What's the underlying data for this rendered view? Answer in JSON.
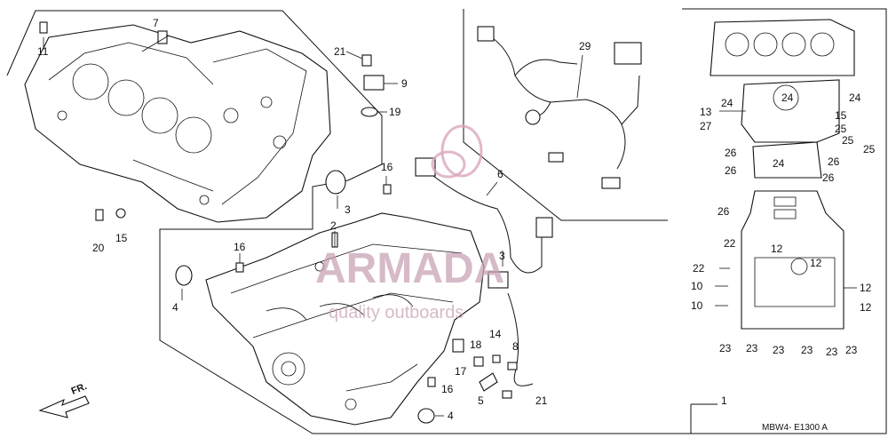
{
  "diagram": {
    "code": "MBW4- E1300 A",
    "direction": "FR.",
    "callouts": [
      "1",
      "2",
      "3",
      "4",
      "4",
      "5",
      "6",
      "7",
      "8",
      "9",
      "10",
      "10",
      "11",
      "12",
      "12",
      "12",
      "12",
      "12",
      "13",
      "14",
      "15",
      "15",
      "16",
      "16",
      "16",
      "17",
      "18",
      "19",
      "20",
      "21",
      "21",
      "22",
      "22",
      "23",
      "23",
      "23",
      "23",
      "23",
      "24",
      "24",
      "24",
      "24",
      "25",
      "25",
      "25",
      "26",
      "26",
      "26",
      "26",
      "26",
      "27",
      "29"
    ]
  },
  "watermark": {
    "brand": "ARMADA",
    "tagline": "quality outboards"
  }
}
